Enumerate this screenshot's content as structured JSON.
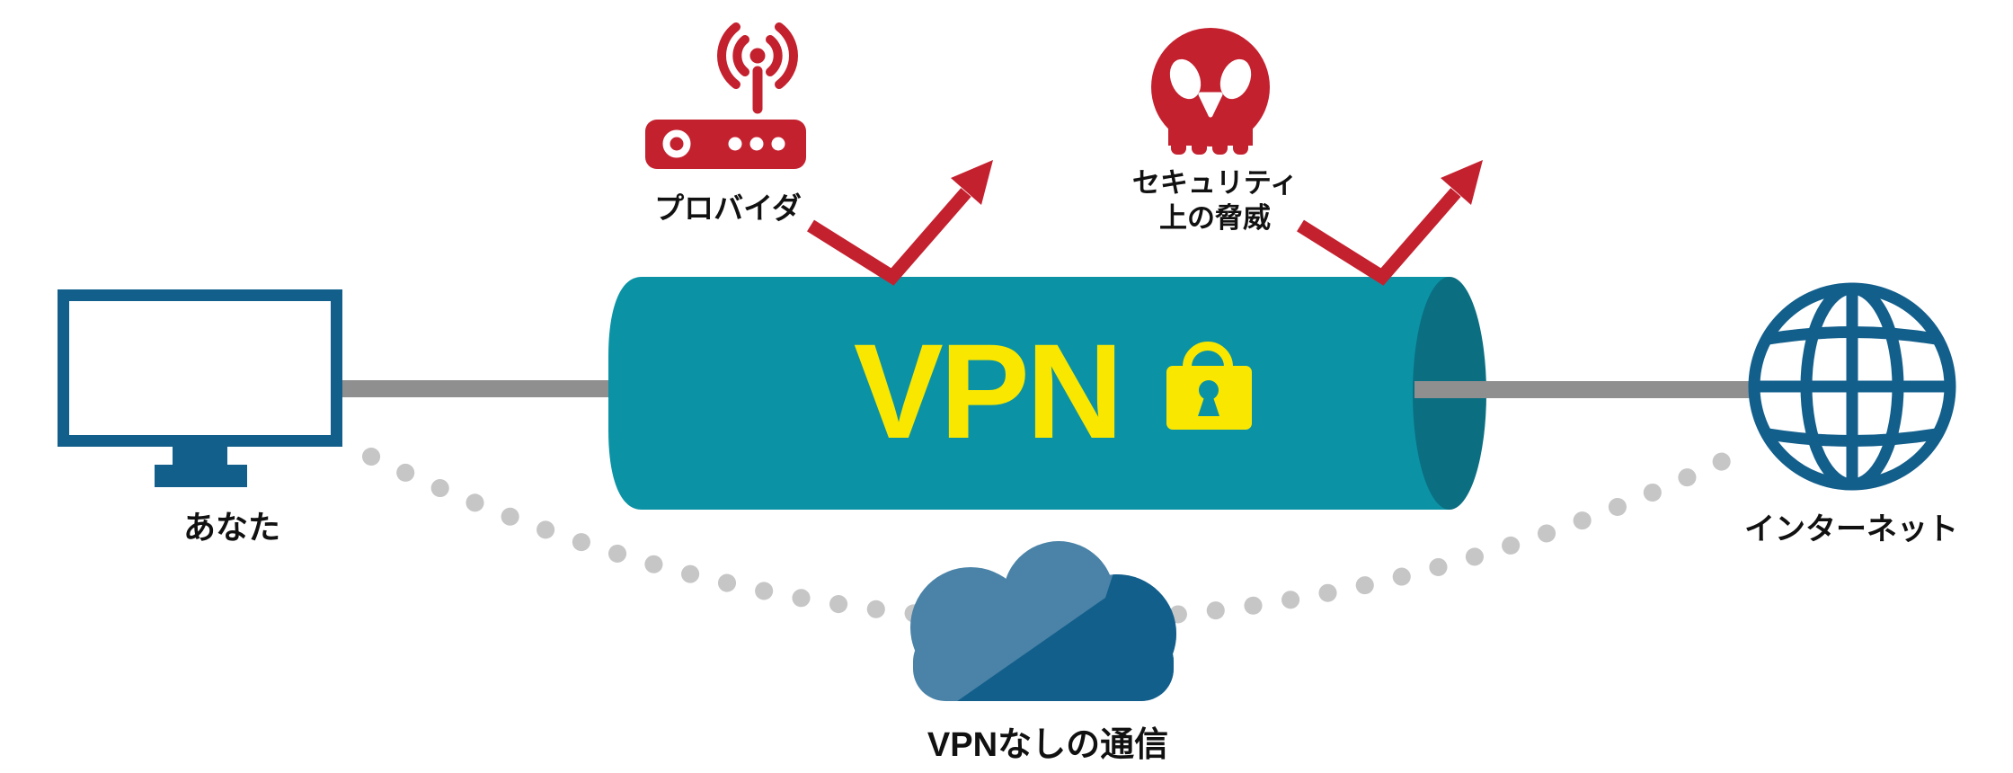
{
  "diagram": {
    "vpn_tunnel_label": "VPN",
    "user_label": "あなた",
    "provider_label": "プロバイダ",
    "threat_label_line1": "セキュリティ",
    "threat_label_line2": "上の脅威",
    "internet_label": "インターネット",
    "no_vpn_label": "VPNなしの通信"
  },
  "icons": {
    "monitor": "monitor-icon",
    "router": "wifi-router-icon",
    "skull": "skull-threat-icon",
    "padlock": "padlock-icon",
    "globe": "globe-icon",
    "cloud": "cloud-icon",
    "deflect_arrow_left": "bounce-arrow-icon",
    "deflect_arrow_right": "bounce-arrow-icon",
    "dotted_route": "dotted-route-path",
    "cable_left": "cable-line",
    "cable_right": "cable-line"
  },
  "colors": {
    "blue": "#135f8c",
    "teal": "#0b93a5",
    "teal_dark": "#0b6e81",
    "red": "#c4212f",
    "yellow": "#f9e700",
    "cable_gray": "#8f8f8f",
    "dot_gray": "#c6c6c6",
    "cloud_light": "#4a83a7",
    "text": "#111111"
  }
}
